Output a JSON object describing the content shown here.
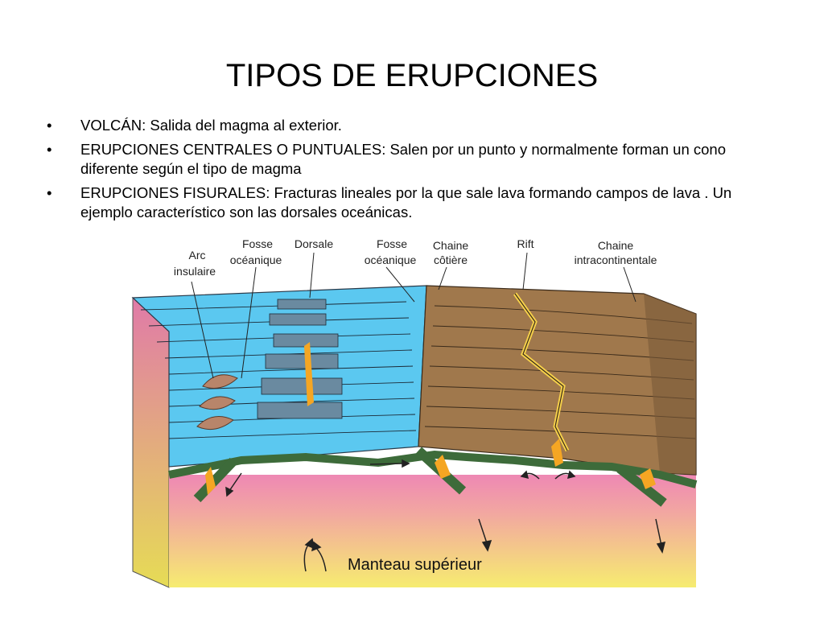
{
  "title": "TIPOS DE ERUPCIONES",
  "bullets": [
    {
      "text": "VOLCÁN: Salida del magma al exterior."
    },
    {
      "text": "ERUPCIONES CENTRALES O PUNTUALES: Salen por un punto y normalmente forman un cono diferente según el tipo de magma"
    },
    {
      "text": "ERUPCIONES FISURALES: Fracturas lineales por la que sale lava formando campos de lava . Un ejemplo característico son las dorsales oceánicas."
    }
  ],
  "bullet_symbol": "•",
  "diagram": {
    "labels": {
      "arc_1": "Arc",
      "arc_2": "insulaire",
      "fosse1_1": "Fosse",
      "fosse1_2": "océanique",
      "dorsale": "Dorsale",
      "fosse2_1": "Fosse",
      "fosse2_2": "océanique",
      "chaine_cotiere_1": "Chaine",
      "chaine_cotiere_2": "côtière",
      "rift": "Rift",
      "chaine_intra_1": "Chaine",
      "chaine_intra_2": "intracontinentale",
      "manteau": "Manteau supérieur"
    },
    "colors": {
      "ocean": "#5bc8f0",
      "continent": "#a0784c",
      "mantle_top": "#ee88b4",
      "mantle_bottom": "#f6ec70",
      "plate": "#3d6b3a",
      "lava": "#f5a623"
    }
  }
}
